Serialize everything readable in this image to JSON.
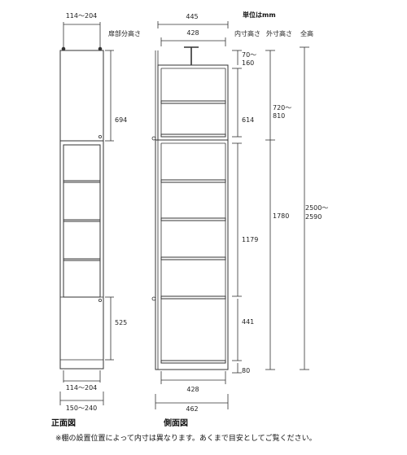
{
  "labels": {
    "unit": "単位はmm",
    "door_split_height": "扉部分高さ",
    "inner_height": "内寸高さ",
    "outer_height": "外寸高さ",
    "total_height": "全高",
    "front_view": "正面図",
    "side_view": "側面図",
    "note": "※棚の設置位置によって内寸は異なります。あくまで目安としてご覧ください。"
  },
  "front": {
    "top_width": "114〜204",
    "inner_width": "114〜204",
    "outer_width": "150〜240",
    "upper_door": "694",
    "lower_door": "525"
  },
  "side": {
    "outer_depth_top": "445",
    "inner_depth_top": "428",
    "inner_depth_bottom": "428",
    "outer_depth_bottom": "462",
    "gap_top_line1": "70〜",
    "gap_top_line2": "160",
    "upper_inner": "614",
    "lower_inner": "1179",
    "bottom_inner": "441",
    "base": "80",
    "upper_outer_line1": "720〜",
    "upper_outer_line2": "810",
    "lower_outer": "1780",
    "total_line1": "2500〜",
    "total_line2": "2590"
  }
}
